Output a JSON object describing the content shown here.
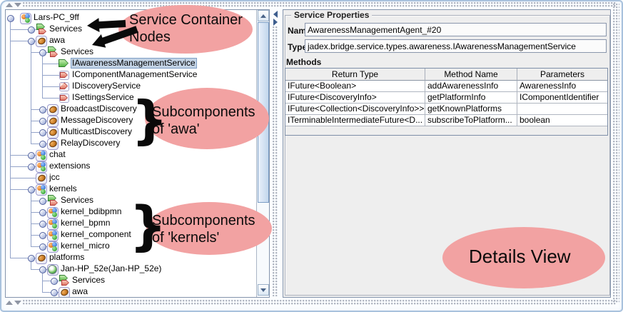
{
  "tree": {
    "rows": [
      {
        "label": "Lars-PC_9ff",
        "depth": 0,
        "icon": "platform",
        "knob": "expanded"
      },
      {
        "label": "Services",
        "depth": 1,
        "icon": "services",
        "knob": "collapsed"
      },
      {
        "label": "awa",
        "depth": 1,
        "icon": "component",
        "knob": "expanded"
      },
      {
        "label": "Services",
        "depth": 2,
        "icon": "services",
        "knob": "expanded"
      },
      {
        "label": "IAwarenessManagementService",
        "depth": 3,
        "icon": "service-green",
        "knob": "leaf",
        "selected": true
      },
      {
        "label": "IComponentManagementService",
        "depth": 3,
        "icon": "service-red",
        "knob": "leaf"
      },
      {
        "label": "IDiscoveryService",
        "depth": 3,
        "icon": "service-red-folded",
        "knob": "leaf"
      },
      {
        "label": "ISettingsService",
        "depth": 3,
        "icon": "service-red",
        "knob": "leaf"
      },
      {
        "label": "BroadcastDiscovery",
        "depth": 2,
        "icon": "component",
        "knob": "collapsed"
      },
      {
        "label": "MessageDiscovery",
        "depth": 2,
        "icon": "component",
        "knob": "collapsed"
      },
      {
        "label": "MulticastDiscovery",
        "depth": 2,
        "icon": "component",
        "knob": "collapsed"
      },
      {
        "label": "RelayDiscovery",
        "depth": 2,
        "icon": "component",
        "knob": "collapsed"
      },
      {
        "label": "chat",
        "depth": 1,
        "icon": "platform",
        "knob": "collapsed"
      },
      {
        "label": "extensions",
        "depth": 1,
        "icon": "platform",
        "knob": "collapsed"
      },
      {
        "label": "jcc",
        "depth": 1,
        "icon": "component",
        "knob": "leaf"
      },
      {
        "label": "kernels",
        "depth": 1,
        "icon": "platform",
        "knob": "expanded"
      },
      {
        "label": "Services",
        "depth": 2,
        "icon": "services",
        "knob": "collapsed"
      },
      {
        "label": "kernel_bdibpmn",
        "depth": 2,
        "icon": "platform",
        "knob": "collapsed"
      },
      {
        "label": "kernel_bpmn",
        "depth": 2,
        "icon": "platform",
        "knob": "collapsed"
      },
      {
        "label": "kernel_component",
        "depth": 2,
        "icon": "platform",
        "knob": "collapsed"
      },
      {
        "label": "kernel_micro",
        "depth": 2,
        "icon": "platform",
        "knob": "collapsed"
      },
      {
        "label": "platforms",
        "depth": 1,
        "icon": "component",
        "knob": "expanded"
      },
      {
        "label": "Jan-HP_52e(Jan-HP_52e)",
        "depth": 2,
        "icon": "globe",
        "knob": "expanded"
      },
      {
        "label": "Services",
        "depth": 3,
        "icon": "services",
        "knob": "collapsed"
      },
      {
        "label": "awa",
        "depth": 3,
        "icon": "component",
        "knob": "collapsed"
      }
    ]
  },
  "details": {
    "group_title": "Service Properties",
    "name_label": "Name",
    "name_value": "AwarenessManagementAgent_#20",
    "type_label": "Type",
    "type_value": "jadex.bridge.service.types.awareness.IAwarenessManagementService",
    "methods_label": "Methods",
    "table": {
      "columns": [
        "Return Type",
        "Method Name",
        "Parameters"
      ],
      "rows": [
        [
          "IFuture<Boolean>",
          "addAwarenessInfo",
          "AwarenessInfo"
        ],
        [
          "IFuture<DiscoveryInfo>",
          "getPlatformInfo",
          "IComponentIdentifier"
        ],
        [
          "IFuture<Collection<DiscoveryInfo>>",
          "getKnownPlatforms",
          ""
        ],
        [
          "ITerminableIntermediateFuture<D...",
          "subscribeToPlatform...",
          "boolean"
        ]
      ]
    }
  },
  "annotations": {
    "service_container": {
      "line1": "Service Container",
      "line2": "Nodes"
    },
    "subcomponents_awa": {
      "line1": "Subcomponents",
      "line2": "of 'awa'"
    },
    "subcomponents_kernels": {
      "line1": "Subcomponents",
      "line2": "of 'kernels'"
    },
    "details_view": {
      "text": "Details View"
    },
    "brace": "}",
    "ellipse_color": "#f2a2a2"
  },
  "colors": {
    "selection_bg": "#c3d3e5",
    "panel_bg": "#eeeeee",
    "window_border": "#a9c2dd",
    "tree_line": "#93a3c9"
  }
}
